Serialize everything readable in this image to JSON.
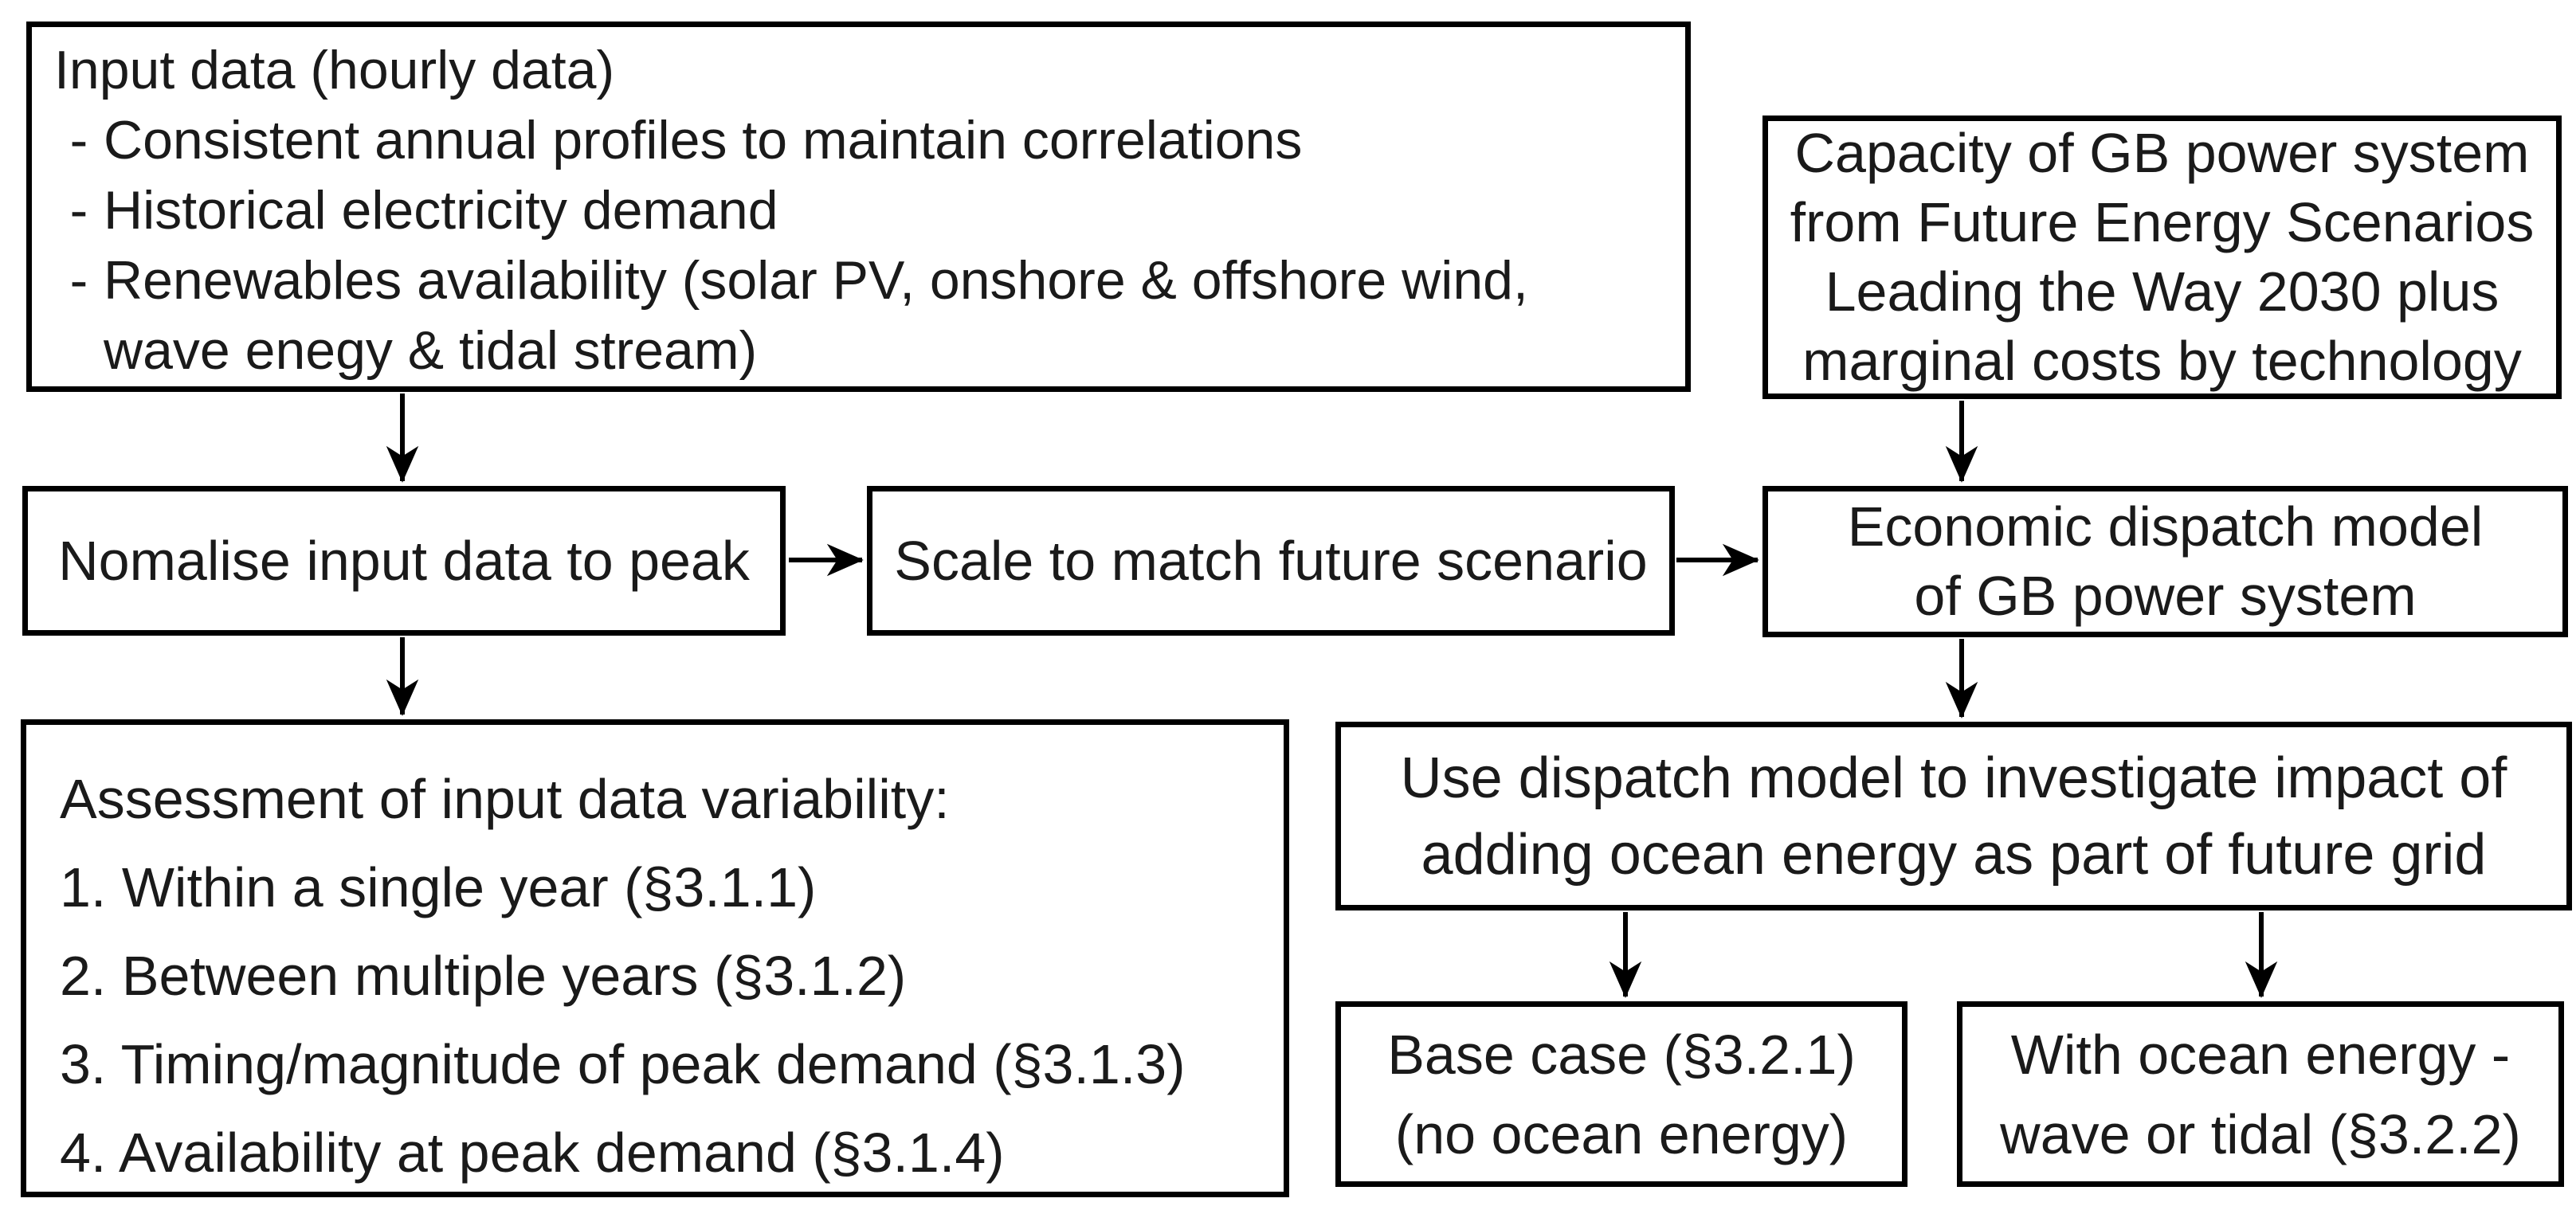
{
  "colors": {
    "background": "#ffffff",
    "border": "#000000",
    "text": "#1a1a1a",
    "arrow": "#000000"
  },
  "boxes": {
    "input_data": {
      "title": "Input data (hourly data)",
      "bullet_lines": [
        {
          "prefix": "-",
          "text": "Consistent annual profiles to maintain correlations"
        },
        {
          "prefix": "-",
          "text": "Historical electricity demand"
        },
        {
          "prefix": "-",
          "text": "Renewables availability (solar PV, onshore & offshore wind,"
        },
        {
          "prefix": "",
          "text": "wave enegy & tidal stream)"
        }
      ]
    },
    "capacity": {
      "lines": [
        "Capacity of GB power system",
        "from Future Energy Scenarios",
        "Leading the Way 2030 plus",
        "marginal costs by technology"
      ]
    },
    "normalise": {
      "label": "Nomalise input data to peak"
    },
    "scale": {
      "label": "Scale to match future scenario"
    },
    "dispatch": {
      "lines": [
        "Economic dispatch model",
        "of GB power system"
      ]
    },
    "assessment": {
      "title": "Assessment of input data variability:",
      "items": [
        "1. Within a single year (§3.1.1)",
        "2. Between multiple years (§3.1.2)",
        "3. Timing/magnitude of peak demand (§3.1.3)",
        "4.  Availability at peak demand (§3.1.4)"
      ]
    },
    "use_dispatch": {
      "lines": [
        "Use dispatch model to investigate impact of",
        "adding ocean energy as part of future grid"
      ]
    },
    "base_case": {
      "lines": [
        "Base case (§3.2.1)",
        "(no ocean energy)"
      ]
    },
    "with_ocean": {
      "lines": [
        "With ocean energy -",
        "wave or tidal (§3.2.2)"
      ]
    }
  }
}
